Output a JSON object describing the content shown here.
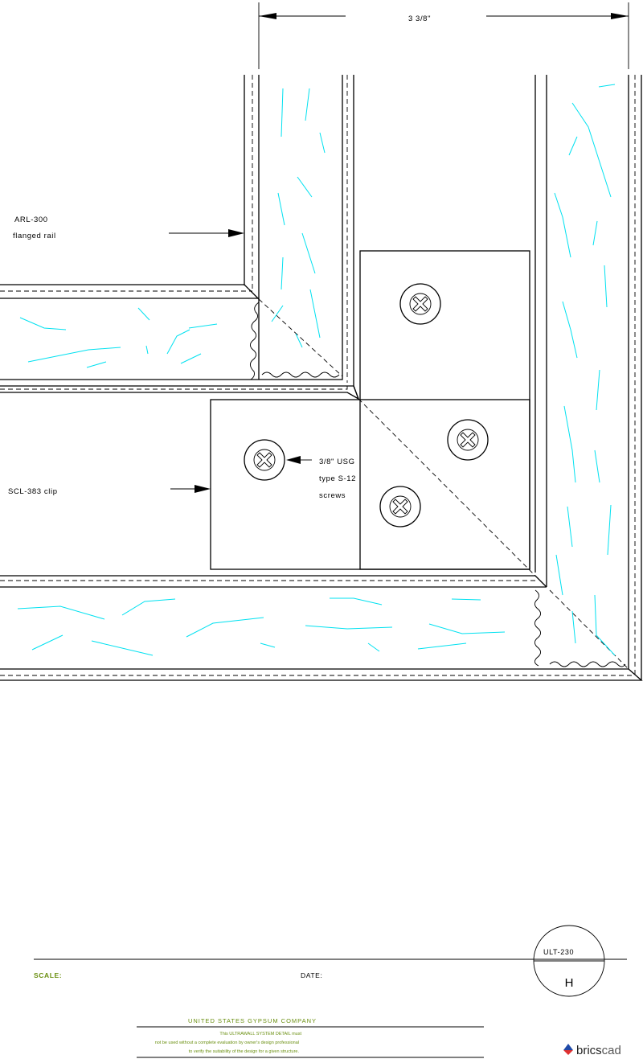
{
  "dimension": {
    "label": "3 3/8\""
  },
  "labels": {
    "rail_line1": "ARL-300",
    "rail_line2": "flanged rail",
    "clip": "SCL-383 clip",
    "screw_line1": "3/8\" USG",
    "screw_line2": "type S-12",
    "screw_line3": "screws"
  },
  "title_block": {
    "scale_label": "SCALE:",
    "date_label": "DATE:",
    "detail_number": "ULT-230",
    "sheet_letter": "H",
    "company": "UNITED STATES GYPSUM COMPANY",
    "disclaimer_line1": "This ULTRAWALL SYSTEM DETAIL must",
    "disclaimer_line2": "not be used without a complete evaluation by owner's design professional",
    "disclaimer_line3": "to verify the suitability of the design for a given structure."
  },
  "brand": {
    "name_part1": "brics",
    "name_part2": "cad"
  },
  "colors": {
    "insulation": "#00e1f0",
    "title_green": "#6a8f10",
    "brand_blue": "#1f4aa8",
    "brand_red": "#e03030"
  }
}
